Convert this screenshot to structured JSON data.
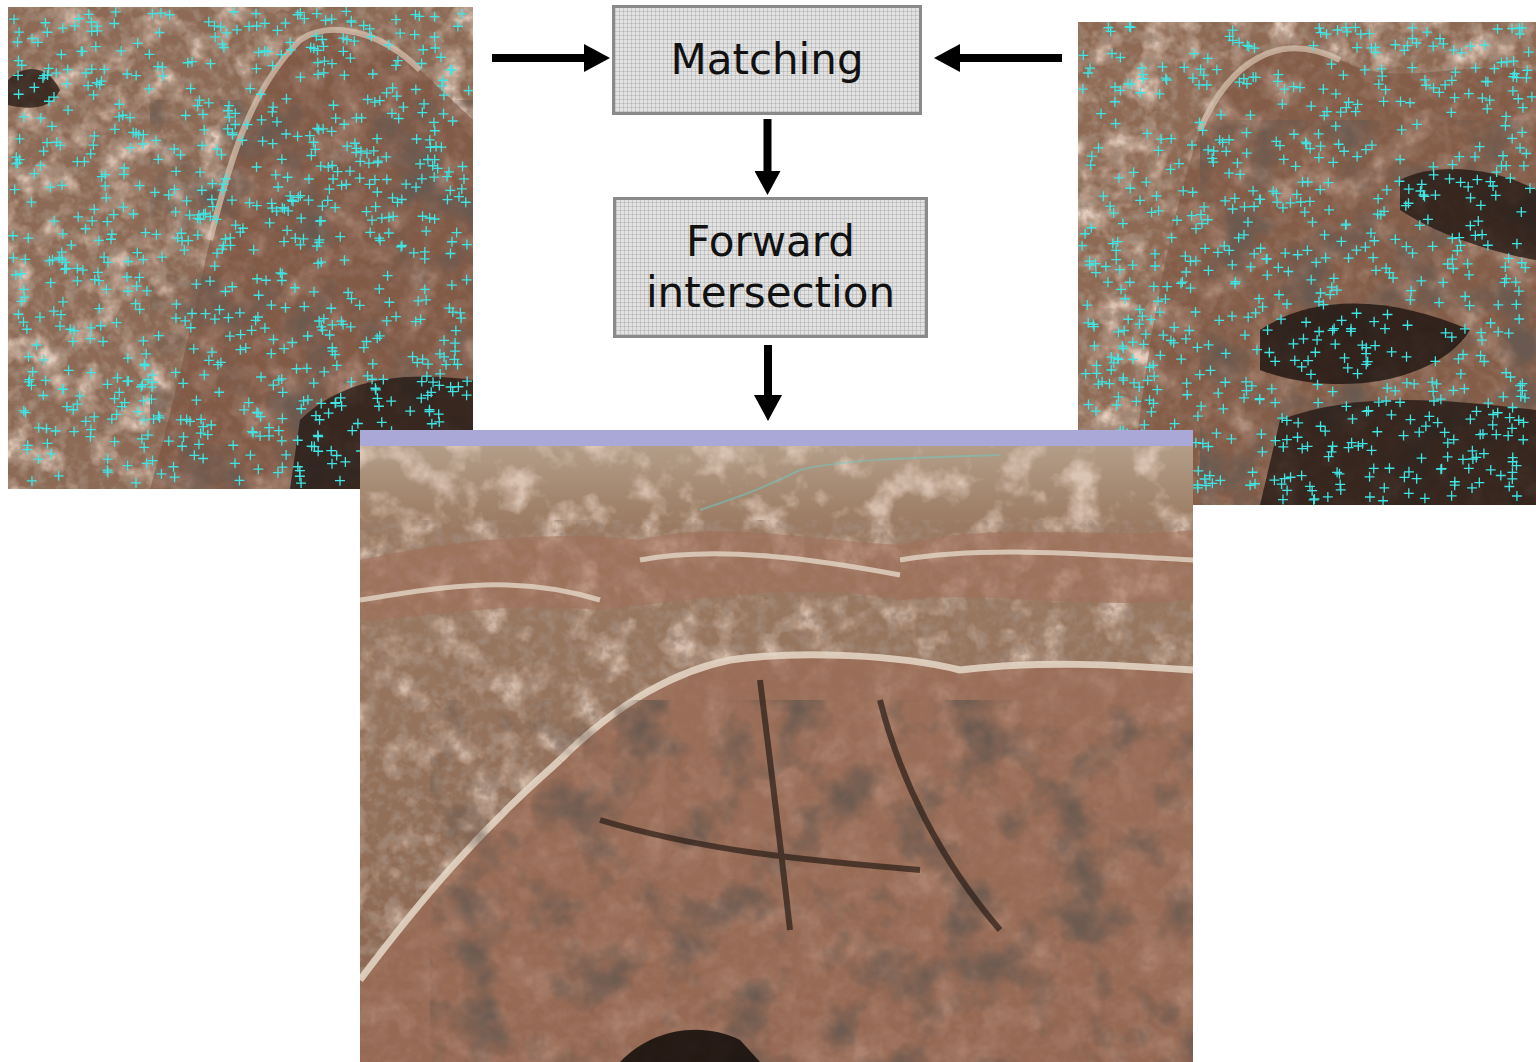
{
  "diagram": {
    "nodes": [
      {
        "text": [
          "Matching"
        ]
      },
      {
        "text": [
          "Forward intersection"
        ]
      }
    ],
    "edges": [
      {
        "from": 0,
        "to": 1,
        "arrow": "to"
      }
    ]
  }
}
